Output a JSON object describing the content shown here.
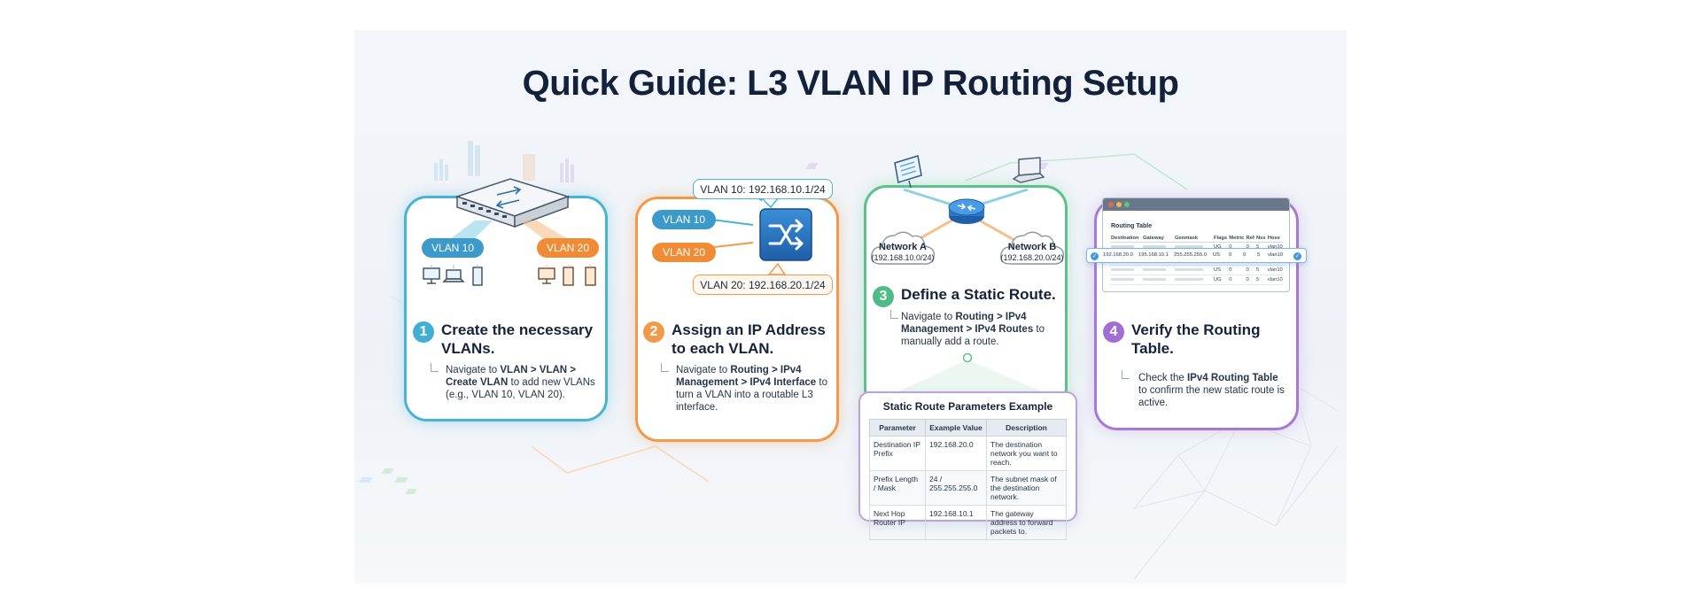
{
  "title": "Quick Guide: L3 VLAN IP Routing Setup",
  "colors": {
    "step1": "#49b3d3",
    "step2": "#f29a4a",
    "step3": "#5cc28d",
    "step4": "#a679d6",
    "title": "#13213a"
  },
  "step1": {
    "number": "1",
    "title": "Create the necessary VLANs.",
    "desc_pre": "Navigate to ",
    "desc_bold": "VLAN > VLAN > Create VLAN",
    "desc_post": " to add new VLANs (e.g., VLAN 10, VLAN 20).",
    "vlan_a": "VLAN 10",
    "vlan_b": "VLAN 20",
    "icons": [
      "switch-icon",
      "computer-icon",
      "laptop-icon",
      "server-icon"
    ]
  },
  "step2": {
    "number": "2",
    "title": "Assign an IP Address to each VLAN.",
    "desc_pre": "Navigate to ",
    "desc_bold": "Routing > IPv4 Management > IPv4 Interface",
    "desc_post": " to turn a VLAN into a routable L3 interface.",
    "vlan_a": "VLAN 10",
    "vlan_b": "VLAN 20",
    "callout_a": "VLAN 10: 192.168.10.1/24",
    "callout_b": "VLAN 20: 192.168.20.1/24",
    "icons": [
      "l3-switch-icon"
    ]
  },
  "step3": {
    "number": "3",
    "title": "Define a Static Route.",
    "desc_pre": "Navigate to ",
    "desc_bold": "Routing > IPv4 Management > IPv4 Routes",
    "desc_post": " to manually add a route.",
    "network_a_name": "Network A",
    "network_a_subnet": "(192.168.10.0/24)",
    "network_b_name": "Network B",
    "network_b_subnet": "(192.168.20.0/24)",
    "icons": [
      "router-icon",
      "monitor-icon",
      "laptop-icon"
    ]
  },
  "params": {
    "title": "Static Route Parameters Example",
    "headers": [
      "Parameter",
      "Example Value",
      "Description"
    ],
    "rows": [
      [
        "Destination IP Prefix",
        "192.168.20.0",
        "The destination network you want to reach."
      ],
      [
        "Prefix Length / Mask",
        "24 / 255.255.255.0",
        "The subnet mask of the destination network."
      ],
      [
        "Next Hop Router IP",
        "192.168.10.1",
        "The gateway address to forward packets to."
      ]
    ]
  },
  "step4": {
    "number": "4",
    "title": "Verify the Routing Table.",
    "desc_pre": "Check the ",
    "desc_bold": "IPv4 Routing Table",
    "desc_post": " to confirm the new static route is active.",
    "window_colors": [
      "#e8655b",
      "#f2b84b",
      "#5fc46a"
    ],
    "table_caption": "Routing Table",
    "headers": [
      "Destination",
      "Gateway",
      "Genmask",
      "Flags",
      "Metric",
      "Ref",
      "Nsx",
      "Hose"
    ],
    "rows": [
      [
        "",
        "",
        "",
        "UG",
        "0",
        "0",
        "5",
        "vlan10"
      ],
      [
        "",
        "",
        "",
        "US",
        "0",
        "0",
        "5",
        "vlan10"
      ],
      [
        "",
        "",
        "",
        "UG",
        "0",
        "0",
        "5",
        "vlan10"
      ]
    ],
    "highlight_row": [
      "192.168.20.0",
      "195.168.10.1",
      "255.255.255.0",
      "US",
      "0",
      "0",
      "5",
      "vlan10"
    ]
  }
}
